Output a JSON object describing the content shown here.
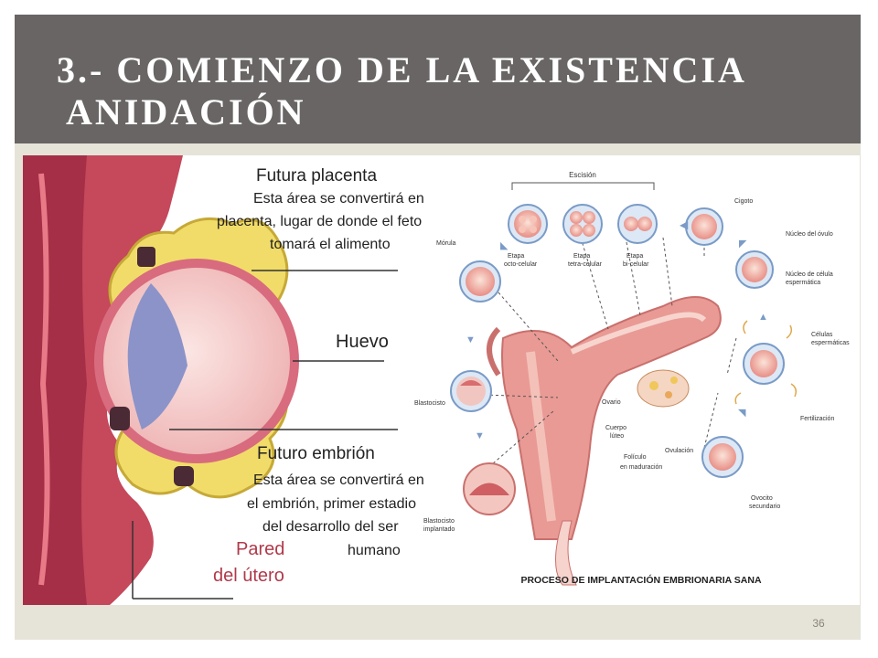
{
  "slide": {
    "title_line1": "3.- COMIENZO DE LA EXISTENCIA",
    "title_line2": "ANIDACIÓN",
    "page_number": "36",
    "colors": {
      "title_bar": "#686564",
      "frame": "#e6e3d9",
      "title_text": "#ffffff"
    }
  },
  "left_figure": {
    "placenta_title": "Futura placenta",
    "placenta_desc_1": "Esta área se convertirá en",
    "placenta_desc_2": "placenta, lugar de donde el feto",
    "placenta_desc_3": "tomará el alimento",
    "egg": "Huevo",
    "embryo_title": "Futuro embrión",
    "embryo_desc_1": "Esta área se convertirá en",
    "embryo_desc_2": "el embrión, primer estadio",
    "embryo_desc_3": "del desarrollo del ser",
    "embryo_desc_4": "humano",
    "wall_1": "Pared",
    "wall_2": "del útero"
  },
  "right_figure": {
    "cleavage": "Escisión",
    "morula": "Mórula",
    "octo_1": "Etapa",
    "octo_2": "octo-celular",
    "tetra_1": "Etapa",
    "tetra_2": "tetra-celular",
    "bi_1": "Etapa",
    "bi_2": "bi-celular",
    "zygote": "Cigoto",
    "ovum_nucleus": "Núcleo del óvulo",
    "sperm_nucleus_1": "Núcleo de célula",
    "sperm_nucleus_2": "espermática",
    "sperm_cells_1": "Células",
    "sperm_cells_2": "espermáticas",
    "fertilization": "Fertilización",
    "blastocyst": "Blastocisto",
    "ovary": "Ovario",
    "corpus_1": "Cuerpo",
    "corpus_2": "lúteo",
    "ovulation": "Ovulación",
    "follicle_1": "Folículo",
    "follicle_2": "en maduración",
    "implanted_1": "Blastocisto",
    "implanted_2": "implantado",
    "secondary_1": "Ovocito",
    "secondary_2": "secundario",
    "caption": "PROCESO DE IMPLANTACIÓN EMBRIONARIA SANA"
  }
}
